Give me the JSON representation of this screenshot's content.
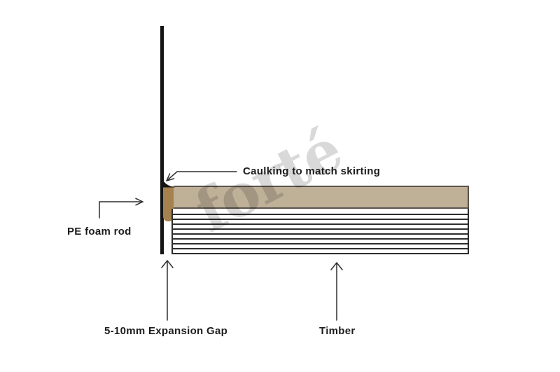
{
  "diagram": {
    "title_watermark": "forté",
    "labels": {
      "caulking": "Caulking to match skirting",
      "pe_foam_rod": "PE foam rod",
      "expansion_gap": "5-10mm Expansion Gap",
      "timber": "Timber"
    },
    "timber_core_line_count": 8,
    "colors": {
      "background": "#ffffff",
      "wall": "#141414",
      "timber_top": "#bfb098",
      "timber_top_border": "#5a544c",
      "foam_rod": "#a5814e",
      "line": "#2e2e2e",
      "text": "#1c1c1c",
      "watermark": "rgba(0,0,0,0.15)"
    }
  }
}
